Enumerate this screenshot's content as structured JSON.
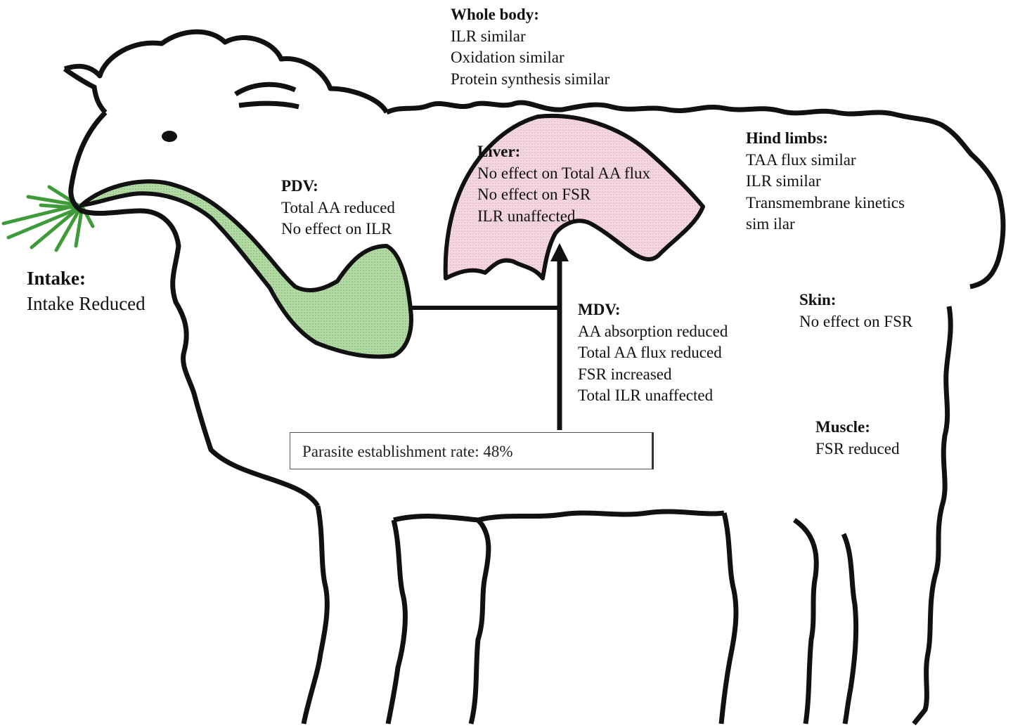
{
  "whole_body": {
    "title": "Whole body:",
    "lines": [
      "ILR similar",
      "Oxidation similar",
      "Protein synthesis similar"
    ]
  },
  "liver": {
    "title": "Liver:",
    "lines": [
      "No effect on Total AA flux",
      "No effect on FSR",
      "ILR unaffected"
    ]
  },
  "hind_limbs": {
    "title": "Hind limbs:",
    "lines": [
      "TAA flux similar",
      "ILR similar",
      "Transmembrane kinetics",
      "sim ilar"
    ]
  },
  "pdv": {
    "title": "PDV:",
    "lines": [
      "Total AA reduced",
      "No effect on ILR"
    ]
  },
  "intake": {
    "title": "Intake:",
    "lines": [
      "Intake Reduced"
    ]
  },
  "mdv": {
    "title": "MDV:",
    "lines": [
      "AA absorption reduced",
      "Total AA flux reduced",
      "FSR increased",
      "Total ILR unaffected"
    ]
  },
  "skin": {
    "title": "Skin:",
    "lines": [
      "No effect on FSR"
    ]
  },
  "muscle": {
    "title": "Muscle:",
    "lines": [
      "FSR reduced"
    ]
  },
  "parasite": {
    "text": "Parasite establishment rate: 48%"
  },
  "colors": {
    "outline": "#111111",
    "liver_fill": "#f6d8e4",
    "gut_fill": "#a9d39a",
    "grass": "#3f9a3a"
  }
}
